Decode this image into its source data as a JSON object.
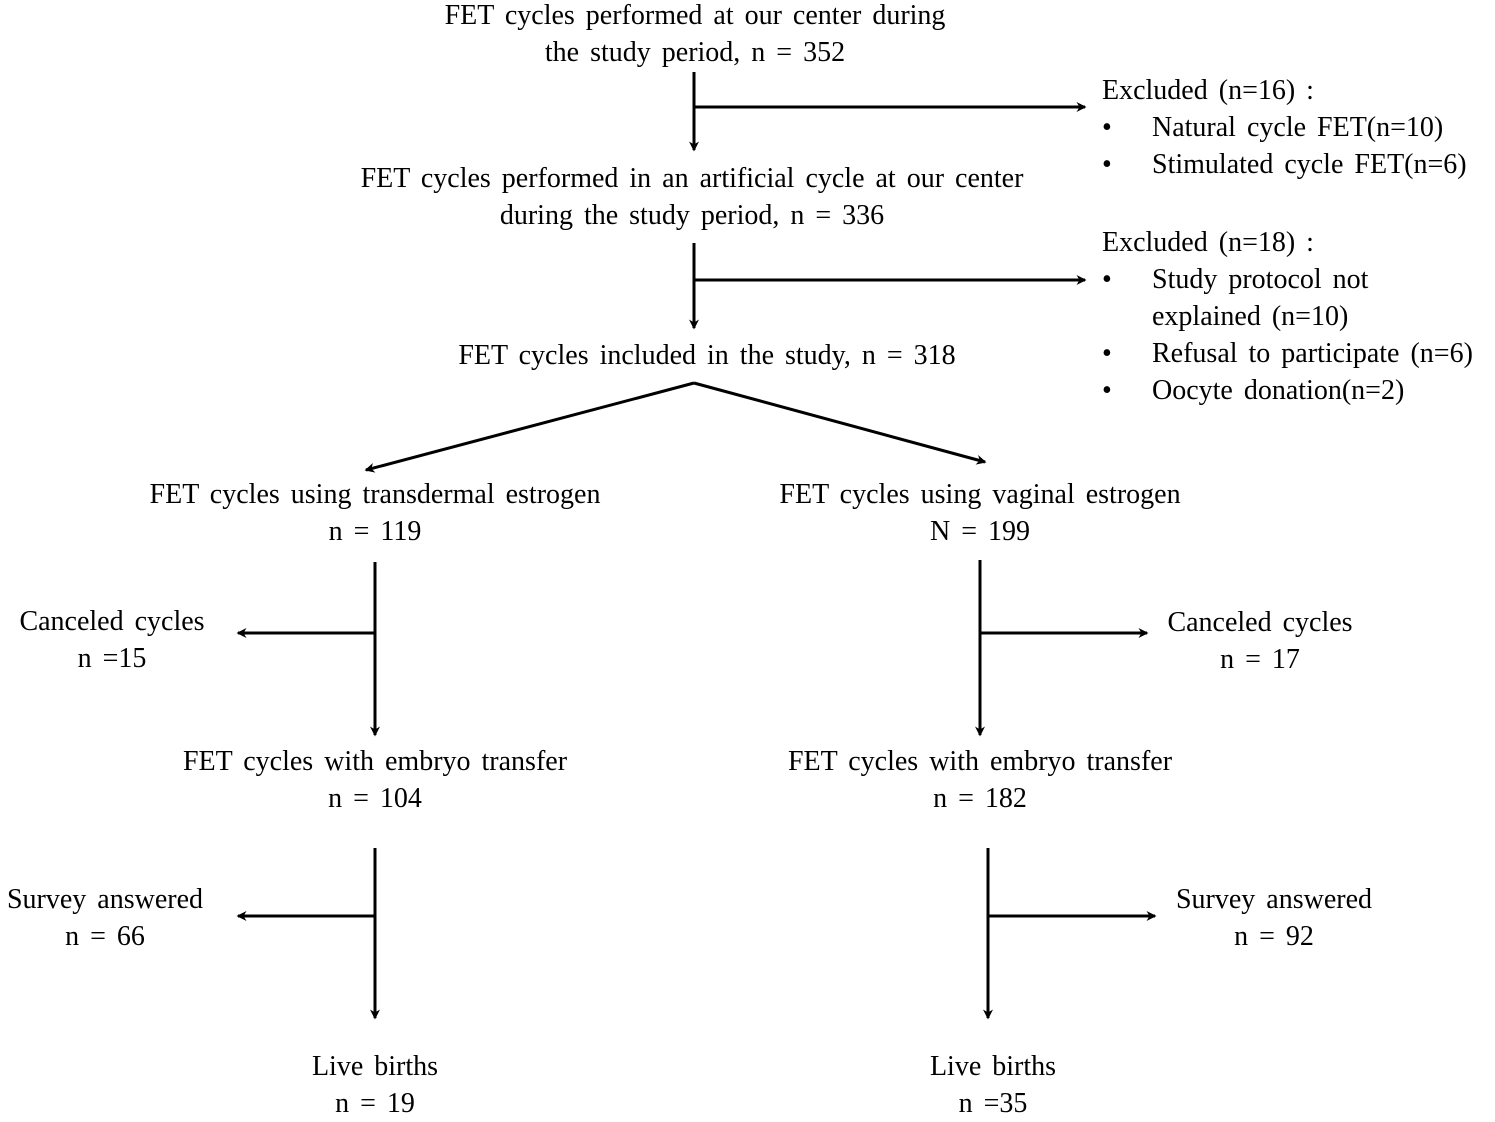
{
  "nodes": {
    "total": {
      "lines": [
        "FET cycles performed at our center during",
        "the study period, n = 352"
      ]
    },
    "artificial": {
      "lines": [
        "FET cycles performed in an artificial cycle at our center",
        "during the study period, n = 336"
      ]
    },
    "included": {
      "lines": [
        "FET cycles included  in the study, n = 318"
      ]
    },
    "transdermal": {
      "lines": [
        "FET cycles using transdermal estrogen",
        "n = 119"
      ]
    },
    "vaginal": {
      "lines": [
        "FET cycles using vaginal estrogen",
        "N = 199"
      ]
    },
    "canceled_left": {
      "lines": [
        "Canceled cycles",
        "n =15"
      ]
    },
    "canceled_right": {
      "lines": [
        "Canceled cycles",
        "n = 17"
      ]
    },
    "transfer_left": {
      "lines": [
        "FET cycles with embryo transfer",
        "n = 104"
      ]
    },
    "transfer_right": {
      "lines": [
        "FET cycles with embryo transfer",
        "n = 182"
      ]
    },
    "survey_left": {
      "lines": [
        "Survey answered",
        "n = 66"
      ]
    },
    "survey_right": {
      "lines": [
        "Survey answered",
        "n = 92"
      ]
    },
    "births_left": {
      "lines": [
        "Live births",
        "n = 19"
      ]
    },
    "births_right": {
      "lines": [
        "Live births",
        "n =35"
      ]
    }
  },
  "exclusions": {
    "first": {
      "heading": "Excluded (n=16) :",
      "items": [
        {
          "bullet": "•",
          "lines": [
            "Natural cycle FET(n=10)"
          ]
        },
        {
          "bullet": "•",
          "lines": [
            "Stimulated cycle FET(n=6)"
          ]
        }
      ]
    },
    "second": {
      "heading": "Excluded (n=18) :",
      "items": [
        {
          "bullet": "•",
          "lines": [
            "Study protocol not",
            "explained (n=10)"
          ]
        },
        {
          "bullet": "•",
          "lines": [
            "Refusal to participate (n=6)"
          ]
        },
        {
          "bullet": "•",
          "lines": [
            "Oocyte donation(n=2)"
          ]
        }
      ]
    }
  },
  "colors": {
    "line": "#000000",
    "text": "#000000",
    "background": "#ffffff"
  }
}
